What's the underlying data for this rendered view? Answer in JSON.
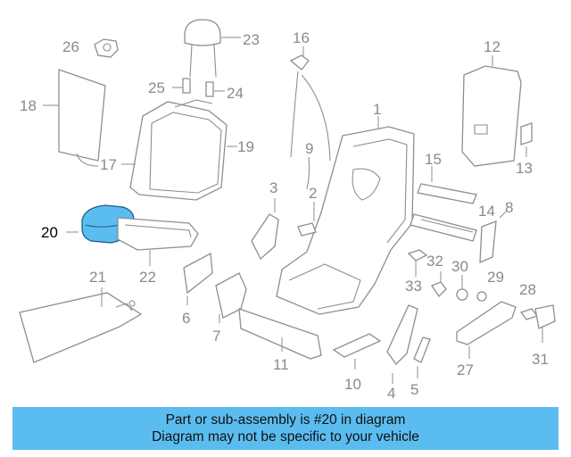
{
  "diagram": {
    "highlight_color": "#5bbcf0",
    "callouts": {
      "c1": "1",
      "c2": "2",
      "c3": "3",
      "c4": "4",
      "c5": "5",
      "c6": "6",
      "c7": "7",
      "c8": "8",
      "c9": "9",
      "c10": "10",
      "c11": "11",
      "c12": "12",
      "c13": "13",
      "c14": "14",
      "c15": "15",
      "c16": "16",
      "c17": "17",
      "c18": "18",
      "c19": "19",
      "c20": "20",
      "c21": "21",
      "c22": "22",
      "c23": "23",
      "c24": "24",
      "c25": "25",
      "c26": "26",
      "c27": "27",
      "c28": "28",
      "c29": "29",
      "c30": "30",
      "c31": "31",
      "c32": "32",
      "c33": "33"
    }
  },
  "banner": {
    "line1": "Part or sub-assembly is #20 in diagram",
    "line2": "Diagram may not be specific to your vehicle"
  }
}
